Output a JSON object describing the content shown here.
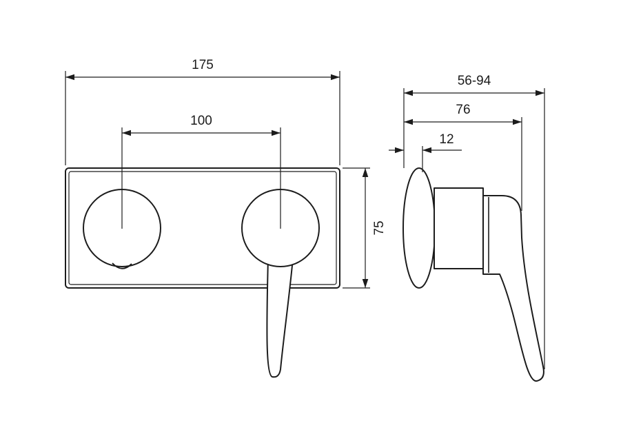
{
  "drawing": {
    "type": "technical-dimension-drawing",
    "subject": "wall-mounted single-lever mixer trim, front and side views",
    "line_color": "#1c1c1c",
    "background_color": "#ffffff",
    "front_view": {
      "plate_width_mm": "175",
      "hole_centers_mm": "100",
      "plate_height_mm": "75"
    },
    "side_view": {
      "depth_range_mm": "56-94",
      "body_depth_mm": "76",
      "flange_depth_mm": "12"
    }
  }
}
